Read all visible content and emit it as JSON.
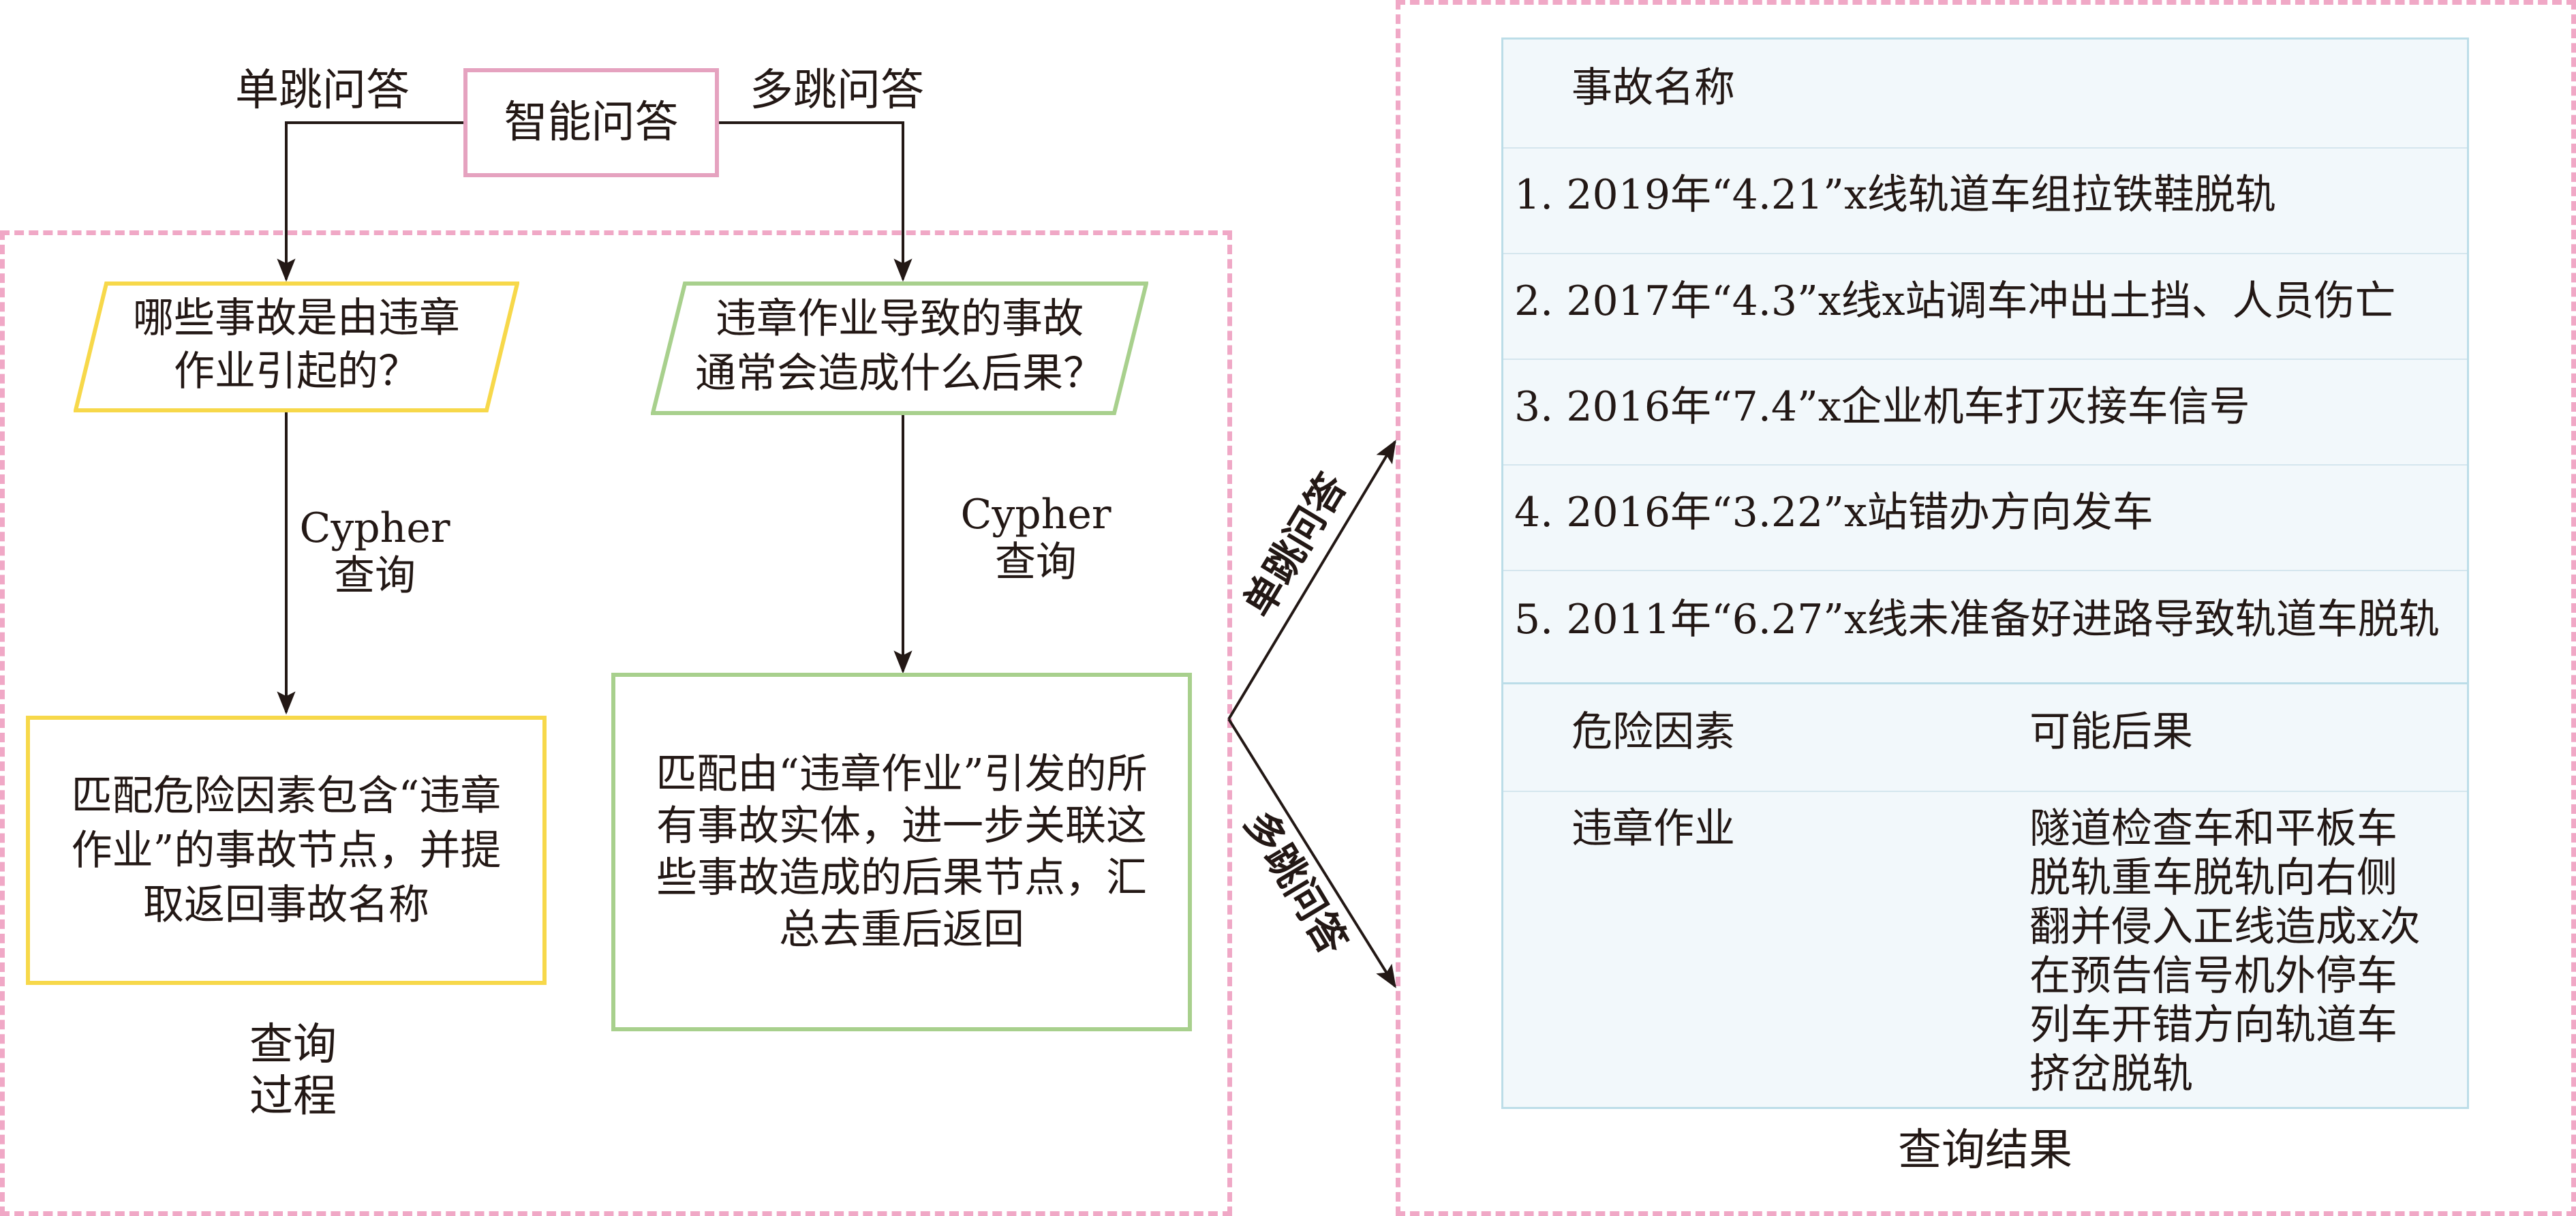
{
  "root": {
    "label": "智能问答"
  },
  "branches": {
    "single_hop": "单跳问答",
    "multi_hop": "多跳问答"
  },
  "left_flow": {
    "question": [
      "哪些事故是由违章",
      "作业引起的？"
    ],
    "method": [
      "Cypher",
      "查询"
    ],
    "action": [
      "匹配危险因素包含“违章",
      "作业”的事故节点，并提",
      "取返回事故名称"
    ]
  },
  "right_flow": {
    "question": [
      "违章作业导致的事故",
      "通常会造成什么后果？"
    ],
    "method": [
      "Cypher",
      "查询"
    ],
    "action": [
      "匹配由“违章作业”引发的所",
      "有事故实体，进一步关联这",
      "些事故造成的后果节点，汇",
      "总去重后返回"
    ]
  },
  "process_label": [
    "查询",
    "过程"
  ],
  "result_arrows": {
    "single_hop": "单跳问答",
    "multi_hop": "多跳问答"
  },
  "results": {
    "single_header": "事故名称",
    "accidents": [
      "1. 2019年“4.21”x线轨道车组拉铁鞋脱轨",
      "2. 2017年“4.3”x线x站调车冲出土挡、人员伤亡",
      "3. 2016年“7.4”x企业机车打灭接车信号",
      "4. 2016年“3.22”x站错办方向发车",
      "5. 2011年“6.27”x线未准备好进路导致轨道车脱轨"
    ],
    "multi_headers": {
      "factor": "危险因素",
      "consequence": "可能后果"
    },
    "factor_value": "违章作业",
    "consequences": [
      "隧道检查车和平板车",
      "脱轨重车脱轨向右侧",
      "翻并侵入正线造成x次",
      "在预告信号机外停车",
      "列车开错方向轨道车",
      "挤岔脱轨"
    ]
  },
  "results_label": "查询结果",
  "colors": {
    "dashed_border": "#f0a8c6",
    "root_border": "#e5a2bf",
    "left_border": "#f7d84a",
    "right_border": "#a8d08d",
    "table_bg": "#f2f8fb",
    "table_border": "#bcdde8",
    "line": "#231815"
  }
}
